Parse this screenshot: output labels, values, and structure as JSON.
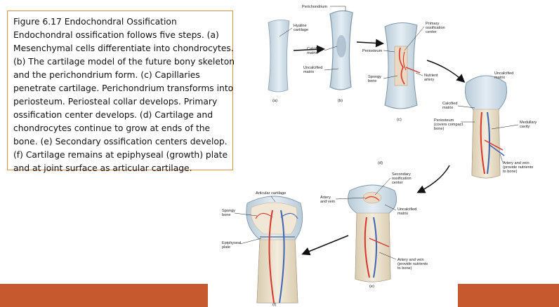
{
  "caption": {
    "title": "Figure 6.17 Endochondral Ossification",
    "lines": [
      "Endochondral ossification follows five steps. (a)",
      "Mesenchymal cells differentiate into chondrocytes.",
      "(b) The cartilage model of the future bony skeleton",
      "and the perichondrium form. (c) Capillaries",
      "penetrate cartilage. Perichondrium transforms into",
      "periosteum. Periosteal collar develops. Primary",
      "ossification center develops. (d) Cartilage and",
      "chondrocytes continue to grow at ends of the",
      "bone. (e) Secondary ossification centers develop.",
      "(f) Cartilage remains at epiphyseal (growth) plate",
      "and at joint surface as articular cartilage."
    ]
  },
  "labels": {
    "perichondrium": "Perichondrium",
    "hyaline_1": "Hyaline",
    "hyaline_2": "cartilage",
    "calcified_b_1": "Calcified",
    "calcified_b_2": "matrix",
    "uncalcified_b_1": "Uncalcified",
    "uncalcified_b_2": "matrix",
    "primary_1": "Primary",
    "primary_2": "ossification",
    "primary_3": "center",
    "periosteum_c": "Periosteum",
    "spongy_c_1": "Spongy",
    "spongy_c_2": "bone",
    "nutrient_1": "Nutrient",
    "nutrient_2": "artery",
    "uncalcified_d_1": "Uncalcified",
    "uncalcified_d_2": "matrix",
    "calcified_d_1": "Calcified",
    "calcified_d_2": "matrix",
    "periosteum_d_1": "Periosteum",
    "periosteum_d_2": "(covers compact",
    "periosteum_d_3": "bone)",
    "medullary_1": "Medullary",
    "medullary_2": "cavity",
    "artery_d_1": "Artery and vein",
    "artery_d_2": "(provide nutrients",
    "artery_d_3": "to bone)",
    "secondary_1": "Secondary",
    "secondary_2": "ossification",
    "secondary_3": "center",
    "artery_e_1": "Artery",
    "artery_e_2": "and vein",
    "uncalcified_e_1": "Uncalcified",
    "uncalcified_e_2": "matrix",
    "artery_e2_1": "Artery and vein",
    "artery_e2_2": "(provide nutrients",
    "artery_e2_3": "to bone)",
    "articular": "Articular cartilage",
    "spongy_f_1": "Spongy",
    "spongy_f_2": "bone",
    "epiphyseal_1": "Epiphyseal",
    "epiphyseal_2": "plate",
    "panel_a": "(a)",
    "panel_b": "(b)",
    "panel_c": "(c)",
    "panel_d": "(d)",
    "panel_e": "(e)",
    "panel_f": "(f)"
  },
  "colors": {
    "caption_border": "#e0913f",
    "band": "#c65a2e",
    "cartilage": "#c9d8e3",
    "bone": "#e9dfc9",
    "artery": "#d9352a",
    "vein": "#3f64b4"
  }
}
